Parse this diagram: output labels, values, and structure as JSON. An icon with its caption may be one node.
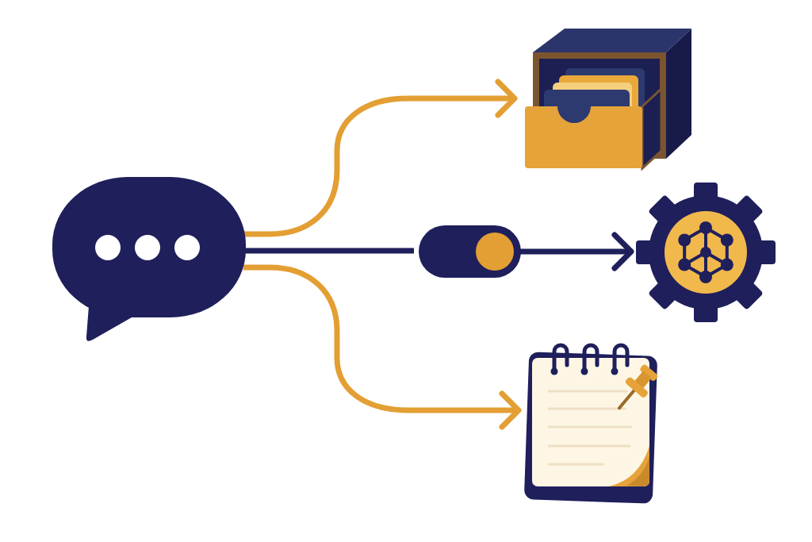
{
  "diagram": {
    "nodes": [
      {
        "text": [],
        "shape": "picture"
      },
      {
        "text": [],
        "shape": "picture"
      },
      {
        "text": [],
        "shape": "picture"
      },
      {
        "text": [],
        "shape": "picture"
      },
      {
        "text": [],
        "shape": "picture"
      }
    ],
    "edges": [
      {
        "from": 0,
        "to": 1,
        "arrow": "to",
        "color": "#e39f33"
      },
      {
        "from": 0,
        "to": 2,
        "arrow": "none",
        "color": "#1f1f5c"
      },
      {
        "from": 2,
        "to": 3,
        "arrow": "to",
        "color": "#1f1f5c"
      },
      {
        "from": 0,
        "to": 4,
        "arrow": "to",
        "color": "#e39f33"
      }
    ]
  }
}
